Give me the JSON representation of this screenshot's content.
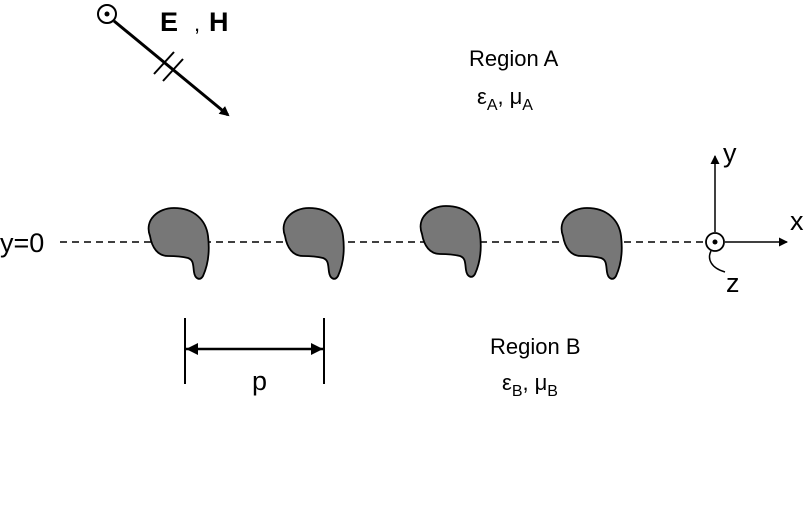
{
  "incident": {
    "field_e": "E",
    "separator": ",",
    "field_h": "H"
  },
  "region_a": {
    "name": "Region A",
    "eps": "ε",
    "eps_sub": "A",
    "mu": "μ",
    "mu_sub": "A",
    "sep": ","
  },
  "region_b": {
    "name": "Region B",
    "eps": "ε",
    "eps_sub": "B",
    "mu": "μ",
    "mu_sub": "B",
    "sep": ","
  },
  "interface_label": "y=0",
  "axes": {
    "x": "x",
    "y": "y",
    "z": "z"
  },
  "period_label": "p",
  "scatterer_count": 4,
  "colors": {
    "scatterer_fill": "#777777",
    "ink": "#000000"
  }
}
